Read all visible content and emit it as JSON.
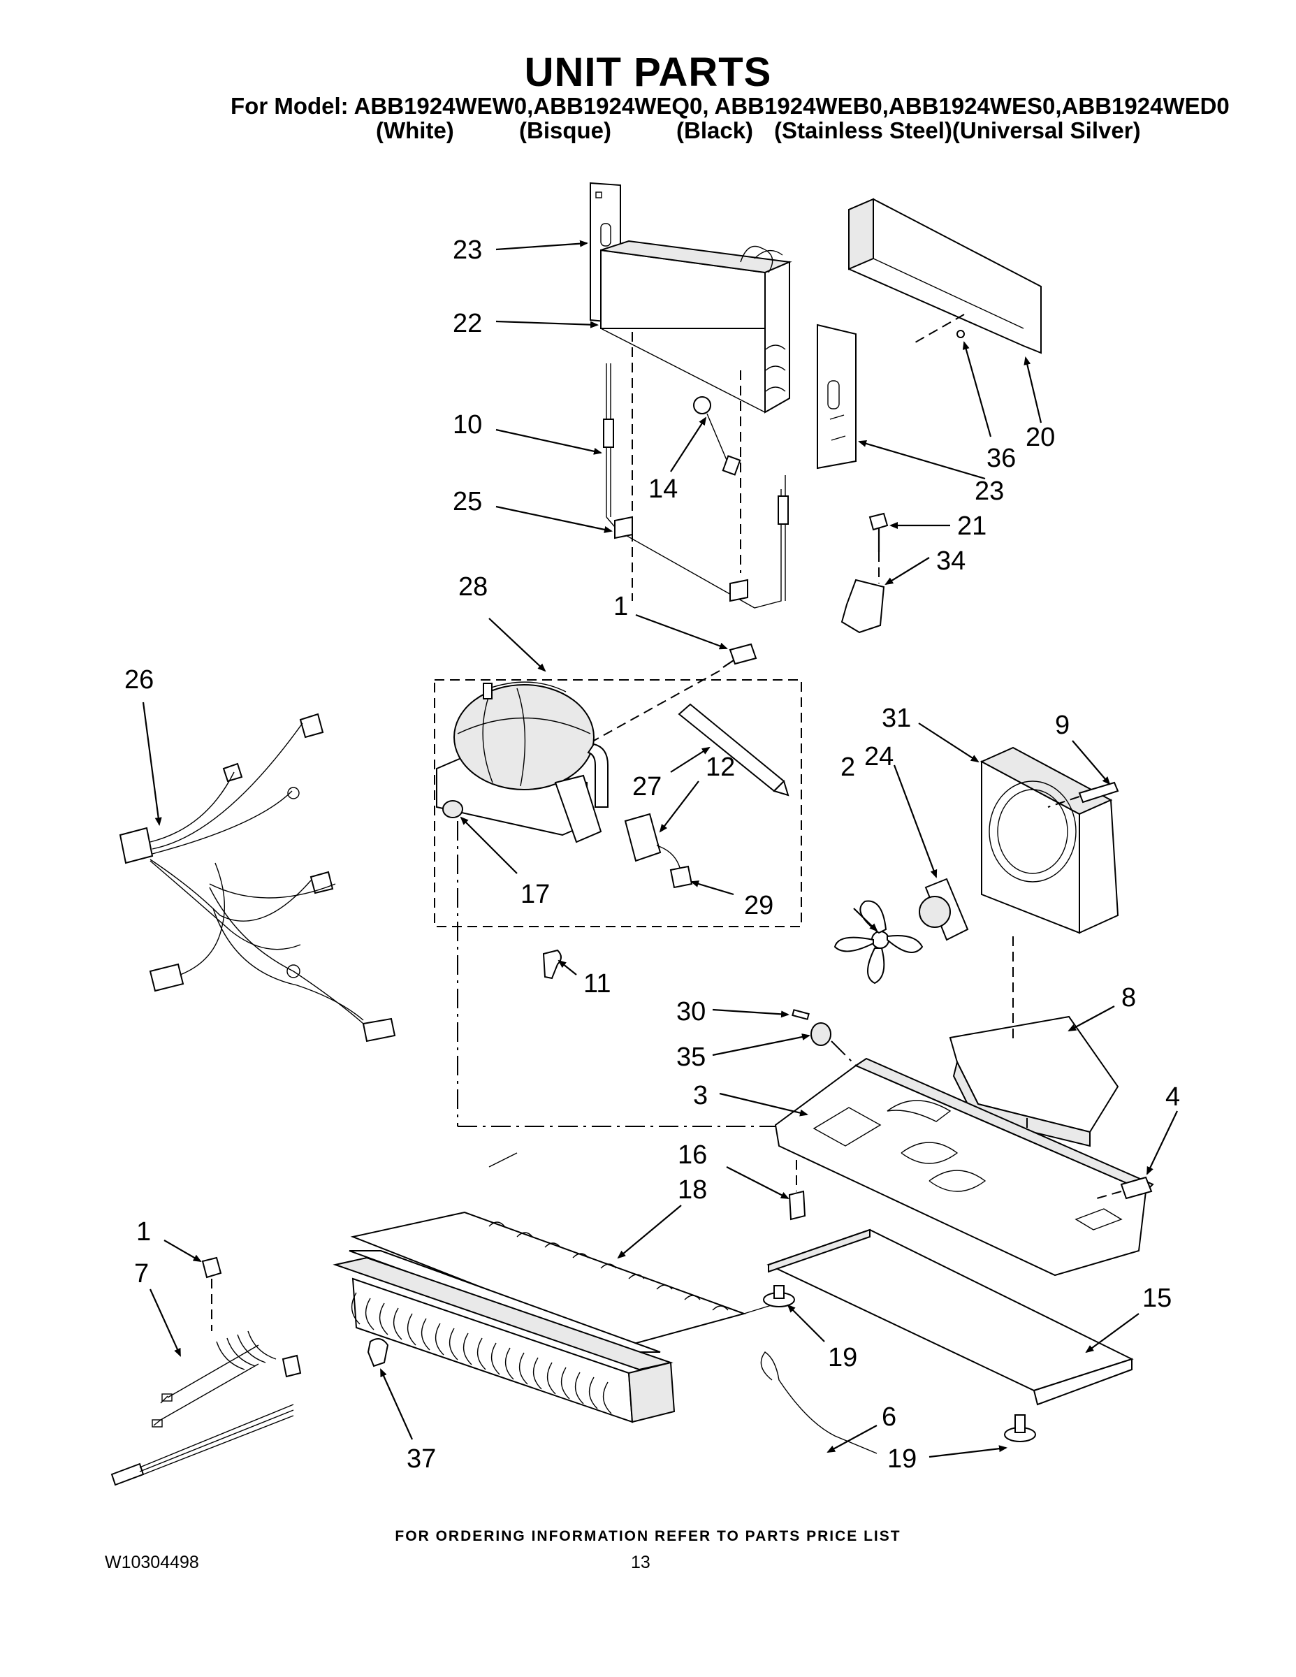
{
  "header": {
    "title": "UNIT PARTS",
    "model_line": "For Model: ABB1924WEW0,ABB1924WEQ0, ABB1924WEB0,ABB1924WES0,ABB1924WED0",
    "colors": [
      "(White)",
      "(Bisque)",
      "(Black)",
      "(Stainless Steel)(Universal Silver)"
    ]
  },
  "callouts": {
    "c1a": "1",
    "c1b": "1",
    "c2": "2",
    "c3": "3",
    "c4": "4",
    "c6": "6",
    "c7": "7",
    "c8": "8",
    "c9": "9",
    "c10": "10",
    "c11": "11",
    "c12": "12",
    "c14": "14",
    "c15": "15",
    "c16": "16",
    "c17": "17",
    "c18": "18",
    "c19a": "19",
    "c19b": "19",
    "c20": "20",
    "c21": "21",
    "c22": "22",
    "c23a": "23",
    "c23b": "23",
    "c24": "24",
    "c25": "25",
    "c26": "26",
    "c27": "27",
    "c28": "28",
    "c29": "29",
    "c30": "30",
    "c31": "31",
    "c34": "34",
    "c35": "35",
    "c36": "36",
    "c37": "37"
  },
  "footer": {
    "ordering_note": "FOR ORDERING INFORMATION REFER TO PARTS PRICE LIST",
    "doc_number": "W10304498",
    "page_number": "13"
  }
}
